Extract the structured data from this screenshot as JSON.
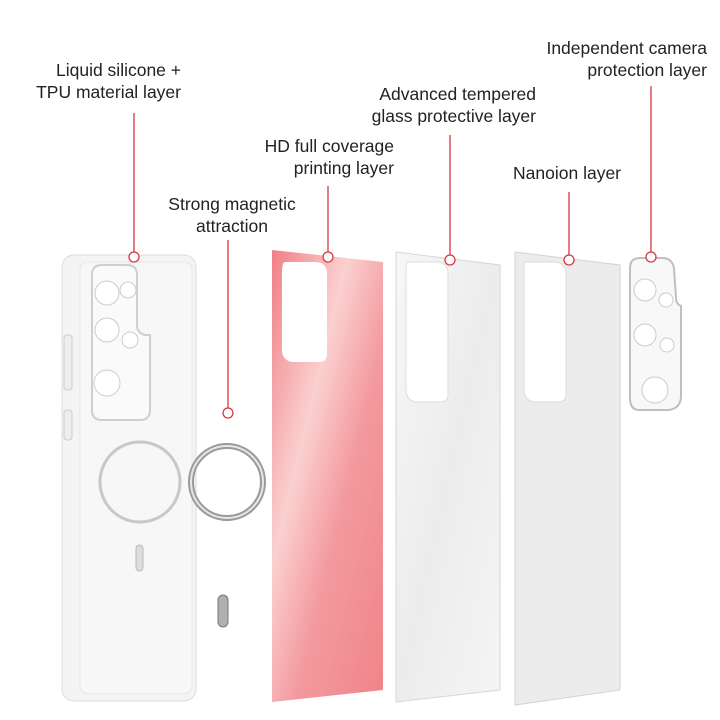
{
  "labels": {
    "silicone": [
      "Liquid silicone +",
      "TPU material layer"
    ],
    "magnetic": [
      "Strong magnetic",
      "attraction"
    ],
    "printing": [
      "HD full coverage",
      "printing layer"
    ],
    "glass": [
      "Advanced tempered",
      "glass protective layer"
    ],
    "nanoion": [
      "Nanoion layer"
    ],
    "camera": [
      "Independent camera",
      "protection layer"
    ]
  },
  "colors": {
    "leader_line": "#d9363e",
    "print_layer": "#f2a3a5",
    "text": "#222222"
  }
}
